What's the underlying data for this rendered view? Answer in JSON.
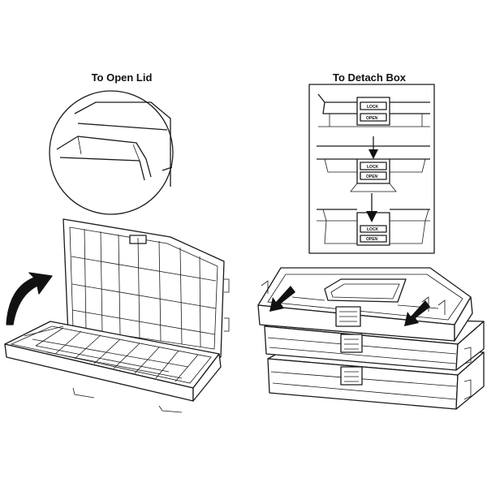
{
  "captions": {
    "open_lid": "To Open Lid",
    "detach_box": "To Detach Box"
  },
  "latch_labels": {
    "lock": "LOCK",
    "open": "OPEN"
  }
}
